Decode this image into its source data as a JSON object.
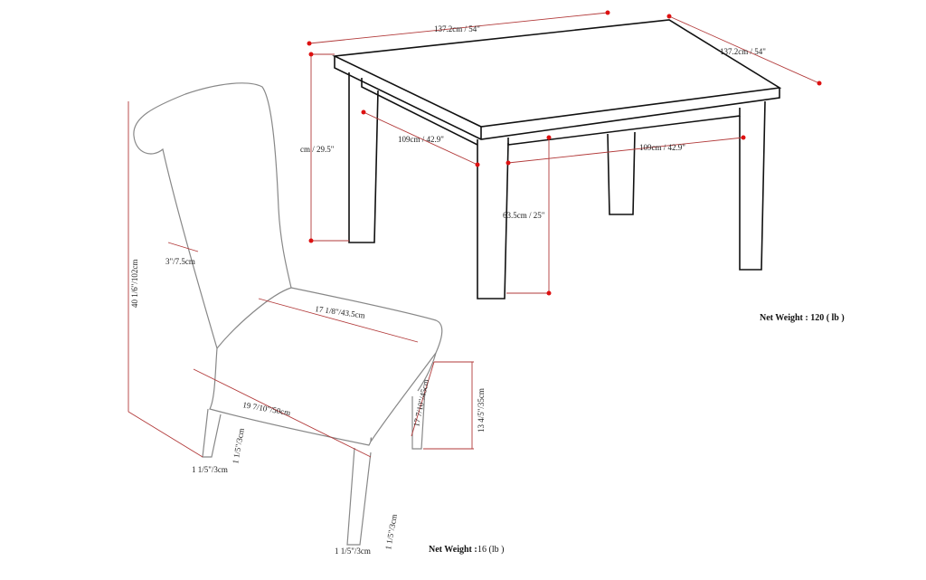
{
  "table": {
    "width_label": "137.2cm / 54\"",
    "depth_label": "137.2cm / 54\"",
    "height_label": "cm / 29.5\"",
    "apron_left_label": "109cm / 42.9\"",
    "apron_right_label": "109cm / 42.9\"",
    "leg_clearance_label": "63.5cm / 25\"",
    "net_weight_label": "Net Weight : 120 ( lb )"
  },
  "chair": {
    "height_label": "40  1/6\"/102cm",
    "back_thickness_label": "3\"/7.5cm",
    "seat_width_label": "17  1/8\"/43.5cm",
    "seat_depth_label": "19  7/10\"/50cm",
    "seat_height_label": "17  7/10\"/45cm",
    "seat_side_label": "13  4/5\"/35cm",
    "front_leg_width_label": "1  1/5\"/3cm",
    "front_leg_depth_label": "1  1/5\"/3cm",
    "back_leg_width_label": "1  1/5\"/3cm",
    "back_leg_depth_label": "1  1/5\"/3cm",
    "net_weight_title": "Net Weight :",
    "net_weight_value": "16 (lb )"
  },
  "colors": {
    "dimension_line": "#b23a3a",
    "dimension_dot": "#dd1111",
    "table_outline": "#111111",
    "chair_outline": "#888888"
  }
}
